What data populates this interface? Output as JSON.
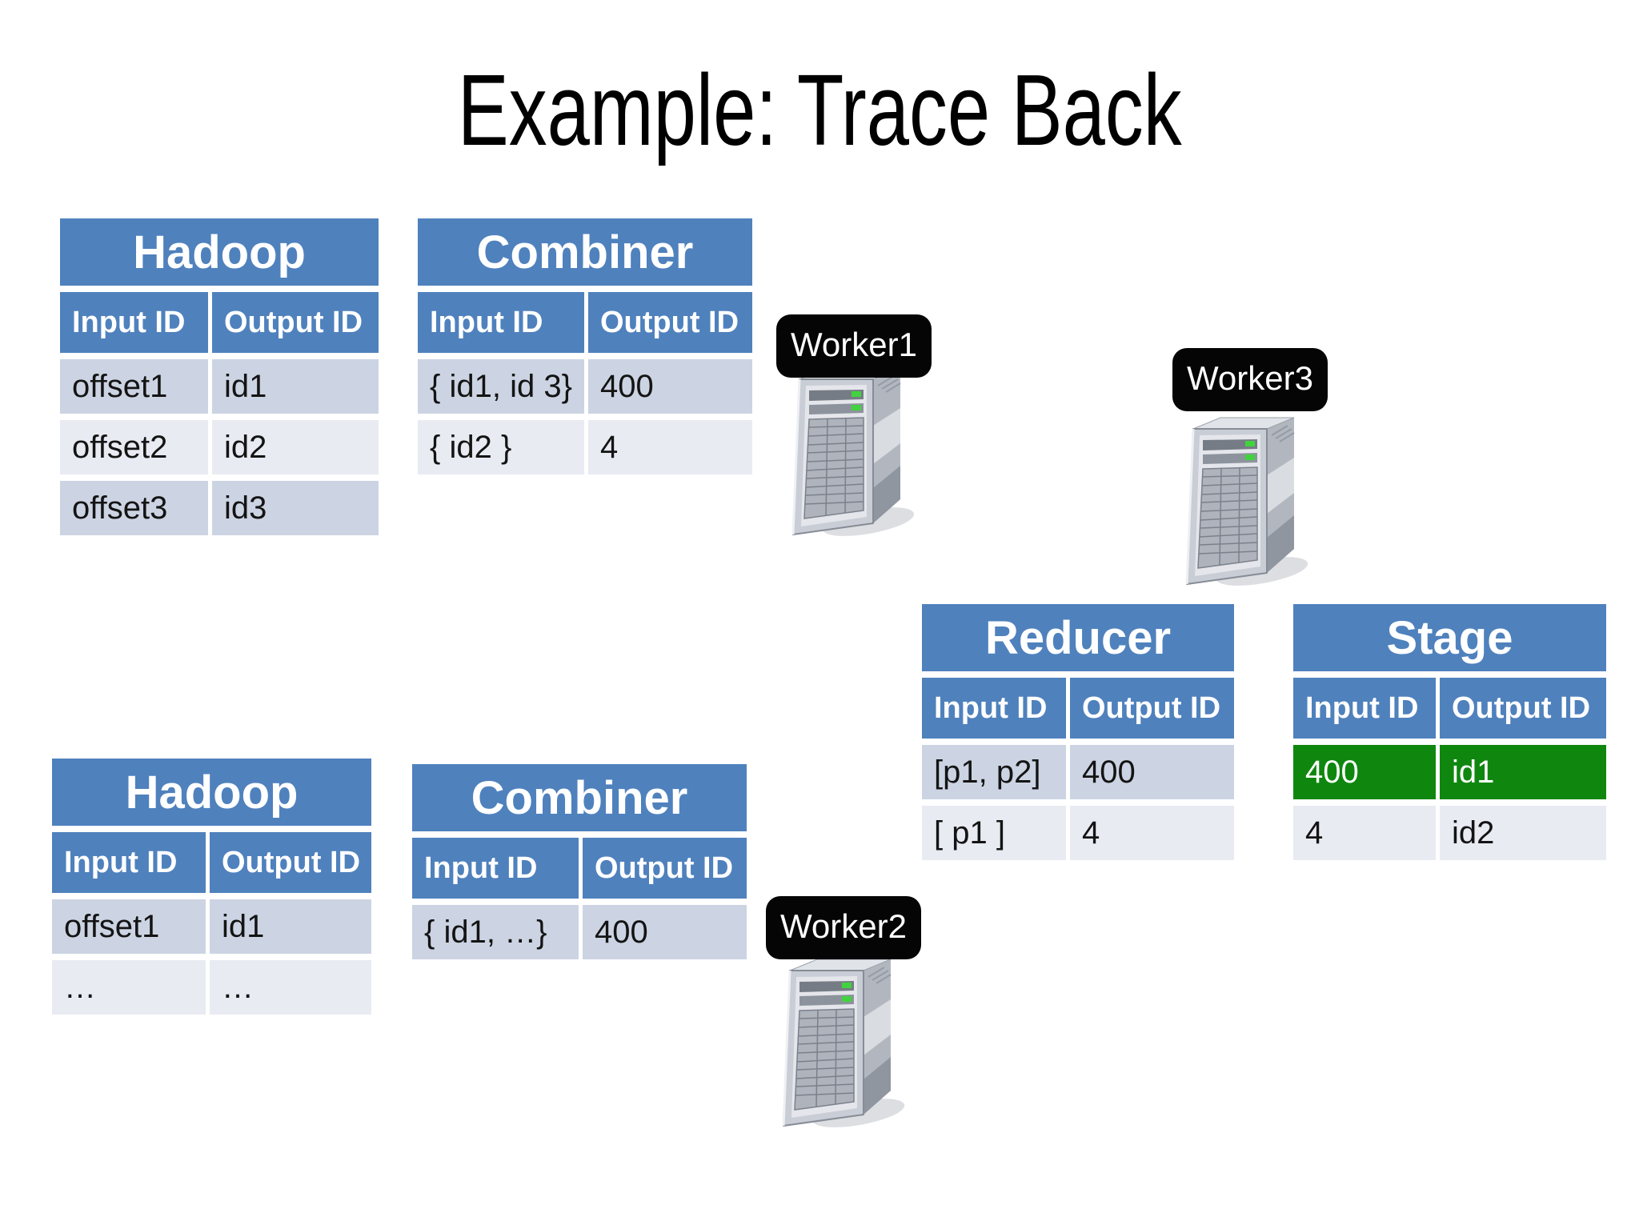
{
  "slide": {
    "title": "Example: Trace Back",
    "background_color": "#ffffff"
  },
  "colors": {
    "table_blue": "#4f81bd",
    "row_band_dark": "#ccd4e3",
    "row_band_light": "#e9ebf3",
    "highlight_green": "#0f870f",
    "worker_label_bg": "#050505",
    "worker_label_text": "#ffffff",
    "title_text": "#000000"
  },
  "tables": {
    "hadoop_top": {
      "title": "Hadoop",
      "columns": [
        "Input ID",
        "Output ID"
      ],
      "rows": [
        [
          "offset1",
          "id1"
        ],
        [
          "offset2",
          "id2"
        ],
        [
          "offset3",
          "id3"
        ]
      ]
    },
    "combiner_top": {
      "title": "Combiner",
      "columns": [
        "Input ID",
        "Output ID"
      ],
      "rows": [
        [
          "{ id1, id 3}",
          "400"
        ],
        [
          "{ id2 }",
          "4"
        ]
      ]
    },
    "reducer": {
      "title": "Reducer",
      "columns": [
        "Input ID",
        "Output ID"
      ],
      "rows": [
        [
          "[p1, p2]",
          "400"
        ],
        [
          "[ p1 ]",
          "4"
        ]
      ]
    },
    "stage": {
      "title": "Stage",
      "columns": [
        "Input ID",
        "Output ID"
      ],
      "rows": [
        [
          "400",
          "id1"
        ],
        [
          "4",
          "id2"
        ]
      ],
      "highlighted_row_index": 0,
      "highlight_color": "#0f870f"
    },
    "hadoop_bottom": {
      "title": "Hadoop",
      "columns": [
        "Input ID",
        "Output ID"
      ],
      "rows": [
        [
          "offset1",
          "id1"
        ],
        [
          "…",
          "…"
        ]
      ]
    },
    "combiner_bottom": {
      "title": "Combiner",
      "columns": [
        "Input ID",
        "Output ID"
      ],
      "rows": [
        [
          "{ id1, …}",
          "400"
        ]
      ]
    }
  },
  "workers": [
    {
      "label": "Worker1"
    },
    {
      "label": "Worker2"
    },
    {
      "label": "Worker3"
    }
  ]
}
